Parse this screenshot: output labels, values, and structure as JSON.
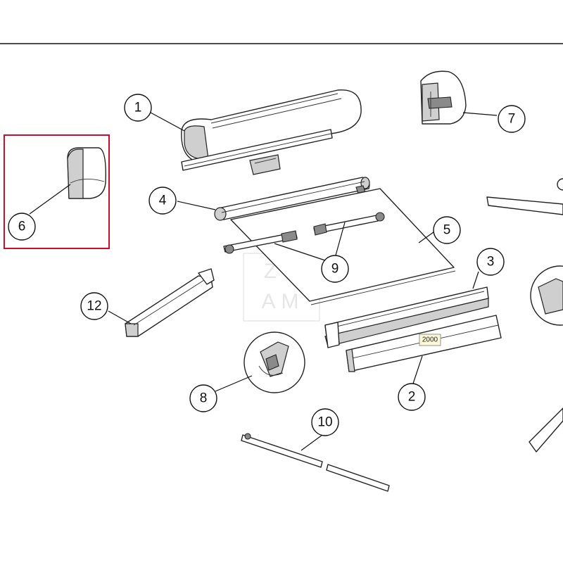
{
  "diagram": {
    "callouts": [
      {
        "id": "1",
        "label": "1"
      },
      {
        "id": "2",
        "label": "2"
      },
      {
        "id": "3",
        "label": "3"
      },
      {
        "id": "4",
        "label": "4"
      },
      {
        "id": "5",
        "label": "5"
      },
      {
        "id": "6",
        "label": "6"
      },
      {
        "id": "7",
        "label": "7"
      },
      {
        "id": "8",
        "label": "8"
      },
      {
        "id": "9",
        "label": "9"
      },
      {
        "id": "10",
        "label": "10"
      },
      {
        "id": "12",
        "label": "12"
      }
    ],
    "dimension_label": "2000",
    "watermark_top": "ZY",
    "watermark_bottom": "AM",
    "highlighted_part": "6",
    "colors": {
      "highlight": "#c8102e",
      "line": "#111111"
    }
  }
}
